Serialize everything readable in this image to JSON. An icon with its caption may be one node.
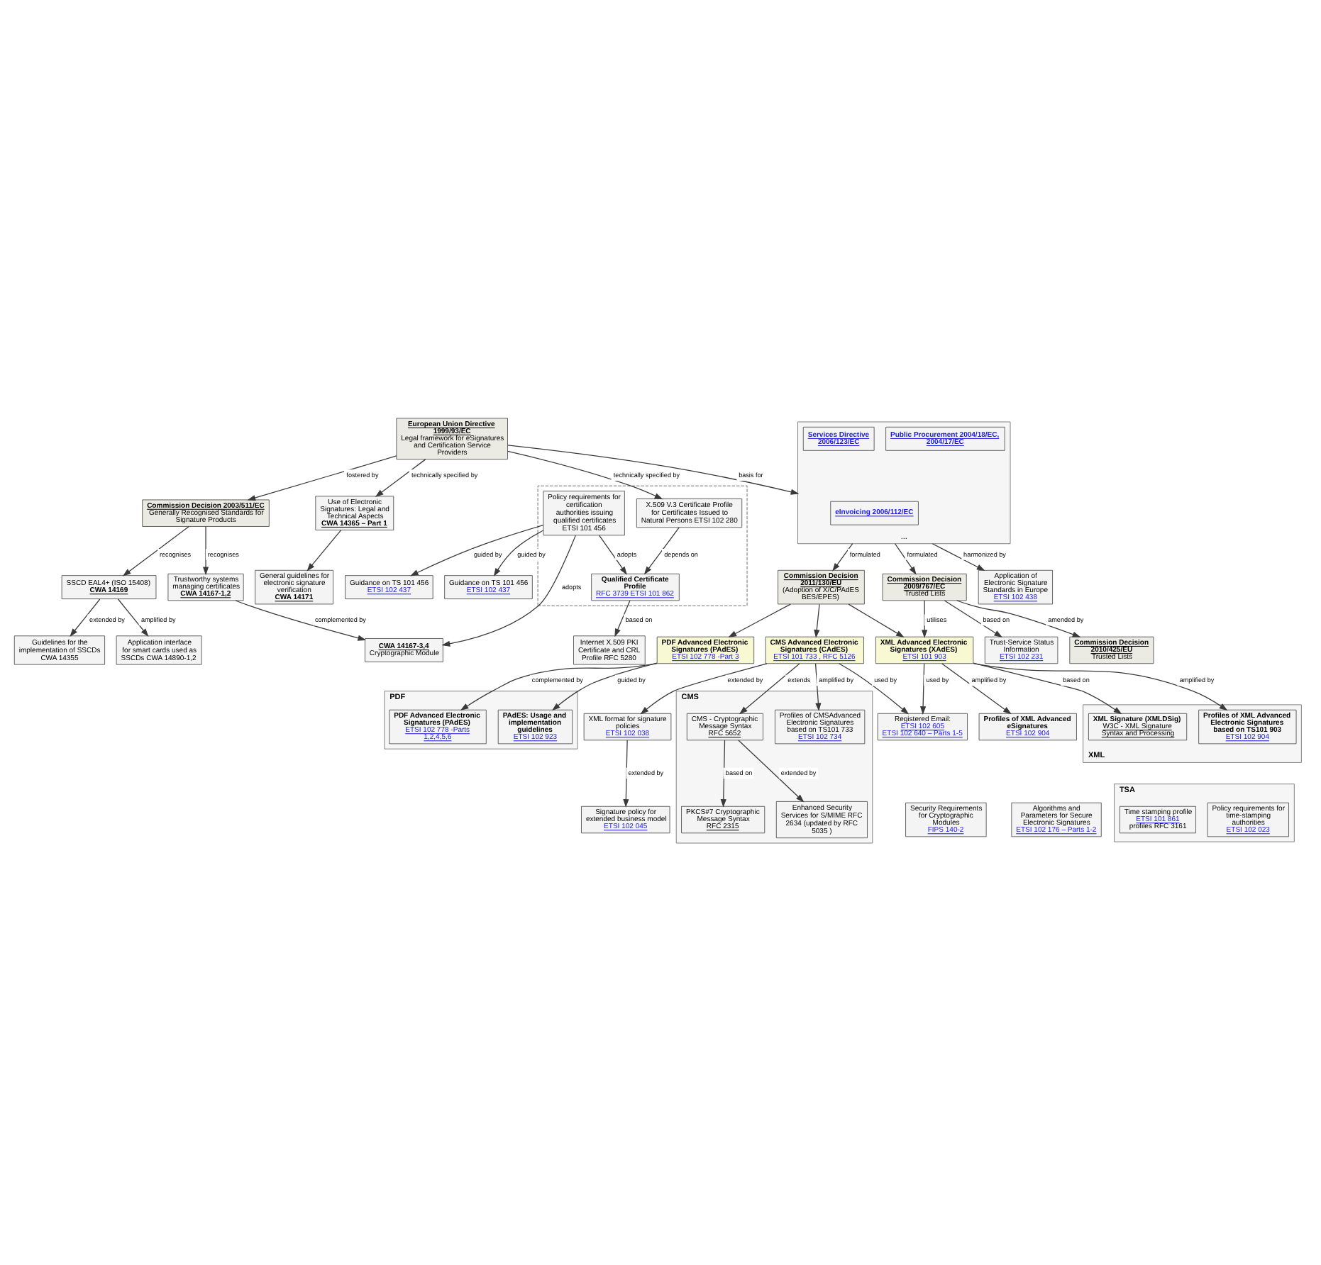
{
  "diagram": {
    "nodes": [
      {
        "text": [
          "European Union Directive 1999/93/EC",
          "Legal framework for eSignatures and Certification Service Providers"
        ]
      },
      {
        "text": [
          "Commission Decision 2003/511/EC",
          "Generally Recognised Standards for Signature Products"
        ]
      },
      {
        "text": [],
        "shape": "box"
      },
      {
        "text": [
          "X.509 V.3 Certificate Profile for Certificates Issued to Natural Persons ETSI 102 280"
        ],
        "in": 2
      },
      {
        "text": [
          "Qualified Certificate Profile",
          "RFC 3739 ETSI 101 862"
        ],
        "in": 2
      },
      {
        "text": [
          "Policy requirements for certification authorities issuing qualified certificates ETSI 101 456"
        ],
        "in": 2
      },
      {
        "text": [
          "Internet X.509 PKI Certificate and CRL Profile RFC 5280"
        ]
      },
      {
        "text": [
          "Security Requirements for Cryptographic Modules",
          "FIPS 140-2"
        ]
      },
      {
        "text": [
          "Algorithms and Parameters for Secure Electronic Signatures",
          "ETSI 102 176 – Parts 1-2"
        ]
      },
      {
        "text": [
          "General guidelines for electronic signature verification",
          "CWA 14171"
        ]
      },
      {
        "text": [
          "Use of Electronic Signatures: Legal and Technical Aspects",
          "CWA 14365 – Part 1"
        ]
      },
      {
        "text": [
          "Trustworthy systems managing certificates",
          "CWA 14167-1,2"
        ]
      },
      {
        "text": [
          "..."
        ]
      },
      {
        "text": [
          "Public Procurement 2004/18/EC, 2004/17/EC"
        ],
        "in": 12
      },
      {
        "text": [
          "eInvoicing 2006/112/EC"
        ],
        "in": 12
      },
      {
        "text": [
          "Services Directive 2006/123/EC"
        ],
        "in": 12
      },
      {
        "text": [
          "SSCD EAL4+ (ISO 15408)",
          "CWA 14169"
        ]
      },
      {
        "text": [
          "Application interface for smart cards used as SSCDs CWA 14890-1,2"
        ]
      },
      {
        "text": [
          "CWA 14167-3,4",
          "Cryptographic Module"
        ]
      },
      {
        "text": [
          "Guidance on TS 101 456",
          "ETSI 102 437"
        ]
      },
      {
        "text": [
          "Guidance on TS 101 456",
          "ETSI 102 437"
        ]
      },
      {
        "text": [
          "Application of Electronic Signature Standards in Europe",
          "ETSI 102 438"
        ]
      },
      {
        "text": [
          "Guidelines for the implementation of SSCDs CWA 14355"
        ]
      },
      {
        "text": [
          "Commission Decision 2011/130/EU",
          "(Adoption of X/C/PAdES BES/EPES)"
        ]
      },
      {
        "text": [
          "CMS Advanced Electronic Signatures (CAdES)",
          "ETSI 101 733 , RFC 5126"
        ]
      },
      {
        "text": [
          "CMS"
        ]
      },
      {
        "text": [
          "CMS - Cryptographic Message Syntax",
          "RFC 5652"
        ],
        "in": 25
      },
      {
        "text": [
          "PKCS#7 Cryptographic Message Syntax",
          "RFC 2315"
        ],
        "in": 25
      },
      {
        "text": [
          "Profiles of CMSAdvanced Electronic Signatures based on TS101 733",
          "ETSI 102 734"
        ],
        "in": 25
      },
      {
        "text": [
          "Enhanced Security Services for S/MIME RFC 2634 (updated by RFC 5035 )"
        ],
        "in": 25
      },
      {
        "text": [
          "Commission Decision 2009/767/EC",
          "Trusted Lists"
        ]
      },
      {
        "text": [
          "Commission Decision 2010/425/EU",
          "Trusted Lists"
        ]
      },
      {
        "text": [
          "Trust-Service Status Information",
          "ETSI 102 231"
        ]
      },
      {
        "text": [
          "XML Advanced Electronic Signatures (XAdES)",
          "ETSI 101 903"
        ]
      },
      {
        "text": [
          "XML format for signature policies",
          "ETSI 102 038"
        ]
      },
      {
        "text": [
          "PDF Advanced Electronic Signatures (PAdES)",
          "ETSI 102 778 -Part 3"
        ]
      },
      {
        "text": [
          "Registered Email:",
          "ETSI 102 605",
          "ETSI 102 640 – Parts 1-5"
        ]
      },
      {
        "text": [
          "Signature policy for extended business model",
          "ETSI 102 045"
        ]
      },
      {
        "text": [
          "XML"
        ]
      },
      {
        "text": [
          "Profiles of XML Advanced Electronic Signatures based on TS101 903",
          "ETSI 102 904"
        ],
        "in": 38
      },
      {
        "text": [
          "XML Signature (XMLDSig)",
          "W3C - XML Signature Syntax and Processing"
        ],
        "in": 38
      },
      {
        "text": [
          "Profiles of XML Advanced eSignatures",
          "ETSI 102 904"
        ]
      },
      {
        "text": [
          "PDF"
        ]
      },
      {
        "text": [
          "PDF Advanced Electronic Signatures (PAdES)",
          "ETSI 102 778 -Parts 1,2,4,5,6"
        ],
        "in": 42
      },
      {
        "text": [
          "PAdES: Usage and implementation guidelines",
          "ETSI 102 923"
        ],
        "in": 42
      },
      {
        "text": [
          "TSA"
        ]
      },
      {
        "text": [
          "Policy requirements for time-stamping authorities",
          "ETSI 102 023"
        ],
        "in": 45
      },
      {
        "text": [
          "Time stamping profile",
          "ETSI 101 861",
          "profiles RFC 3161"
        ],
        "in": 45
      }
    ],
    "edges": [
      {
        "from": 0,
        "to": 1,
        "arrow": "to",
        "label": "fostered by"
      },
      {
        "from": 0,
        "to": 3,
        "arrow": "to",
        "label": "technically specified by"
      },
      {
        "from": 0,
        "to": 10,
        "arrow": "to",
        "label": "technically specified by"
      },
      {
        "from": 0,
        "to": 12,
        "arrow": "to",
        "label": "basis for"
      },
      {
        "from": 10,
        "to": 9,
        "arrow": "to"
      },
      {
        "from": 1,
        "to": 16,
        "arrow": "to",
        "label": "recognises"
      },
      {
        "from": 1,
        "to": 11,
        "arrow": "to",
        "label": "recognises"
      },
      {
        "from": 3,
        "to": 4,
        "arrow": "to",
        "label": "depends on"
      },
      {
        "from": 4,
        "to": 6,
        "arrow": "to",
        "label": "based on"
      },
      {
        "from": 5,
        "to": 4,
        "arrow": "to",
        "label": "adopts"
      },
      {
        "from": 5,
        "to": 18,
        "arrow": "to",
        "label": "adopts"
      },
      {
        "from": 5,
        "to": 19,
        "arrow": "to",
        "label": "guided by"
      },
      {
        "from": 5,
        "to": 20,
        "arrow": "to",
        "label": "guided by"
      },
      {
        "from": 16,
        "to": 17,
        "arrow": "to",
        "label": "amplified by"
      },
      {
        "from": 11,
        "to": 18,
        "arrow": "to",
        "label": "complemented by"
      },
      {
        "from": 16,
        "to": 22,
        "arrow": "to",
        "label": "extended by"
      },
      {
        "from": 12,
        "to": 21,
        "arrow": "to",
        "label": "harmonized by"
      },
      {
        "from": 12,
        "to": 23,
        "arrow": "to",
        "label": "formulated"
      },
      {
        "from": 12,
        "to": 30,
        "arrow": "to",
        "label": "formulated"
      },
      {
        "from": 23,
        "to": 24,
        "arrow": "to"
      },
      {
        "from": 23,
        "to": 35,
        "arrow": "to"
      },
      {
        "from": 23,
        "to": 33,
        "arrow": "to"
      },
      {
        "from": 30,
        "to": 31,
        "arrow": "to",
        "label": "amended by"
      },
      {
        "from": 30,
        "to": 32,
        "arrow": "to",
        "label": "based on"
      },
      {
        "from": 30,
        "to": 33,
        "arrow": "to",
        "label": "utilises"
      },
      {
        "from": 24,
        "to": 26,
        "arrow": "to",
        "label": "extends"
      },
      {
        "from": 24,
        "to": 34,
        "arrow": "to",
        "label": "extended by"
      },
      {
        "from": 24,
        "to": 28,
        "arrow": "to",
        "label": "amplified by"
      },
      {
        "from": 24,
        "to": 36,
        "arrow": "to",
        "label": "used by"
      },
      {
        "from": 26,
        "to": 27,
        "arrow": "to",
        "label": "based on"
      },
      {
        "from": 26,
        "to": 29,
        "arrow": "to",
        "label": "extended by"
      },
      {
        "from": 33,
        "to": 36,
        "arrow": "to",
        "label": "used by"
      },
      {
        "from": 33,
        "to": 41,
        "arrow": "to",
        "label": "amplified by"
      },
      {
        "from": 33,
        "to": 39,
        "arrow": "to",
        "label": "amplified by"
      },
      {
        "from": 33,
        "to": 40,
        "arrow": "to",
        "label": "based on"
      },
      {
        "from": 34,
        "to": 37,
        "arrow": "to",
        "label": "extended by"
      },
      {
        "from": 35,
        "to": 43,
        "arrow": "to",
        "label": "complemented by"
      },
      {
        "from": 35,
        "to": 44,
        "arrow": "to",
        "label": "guided by"
      }
    ]
  }
}
